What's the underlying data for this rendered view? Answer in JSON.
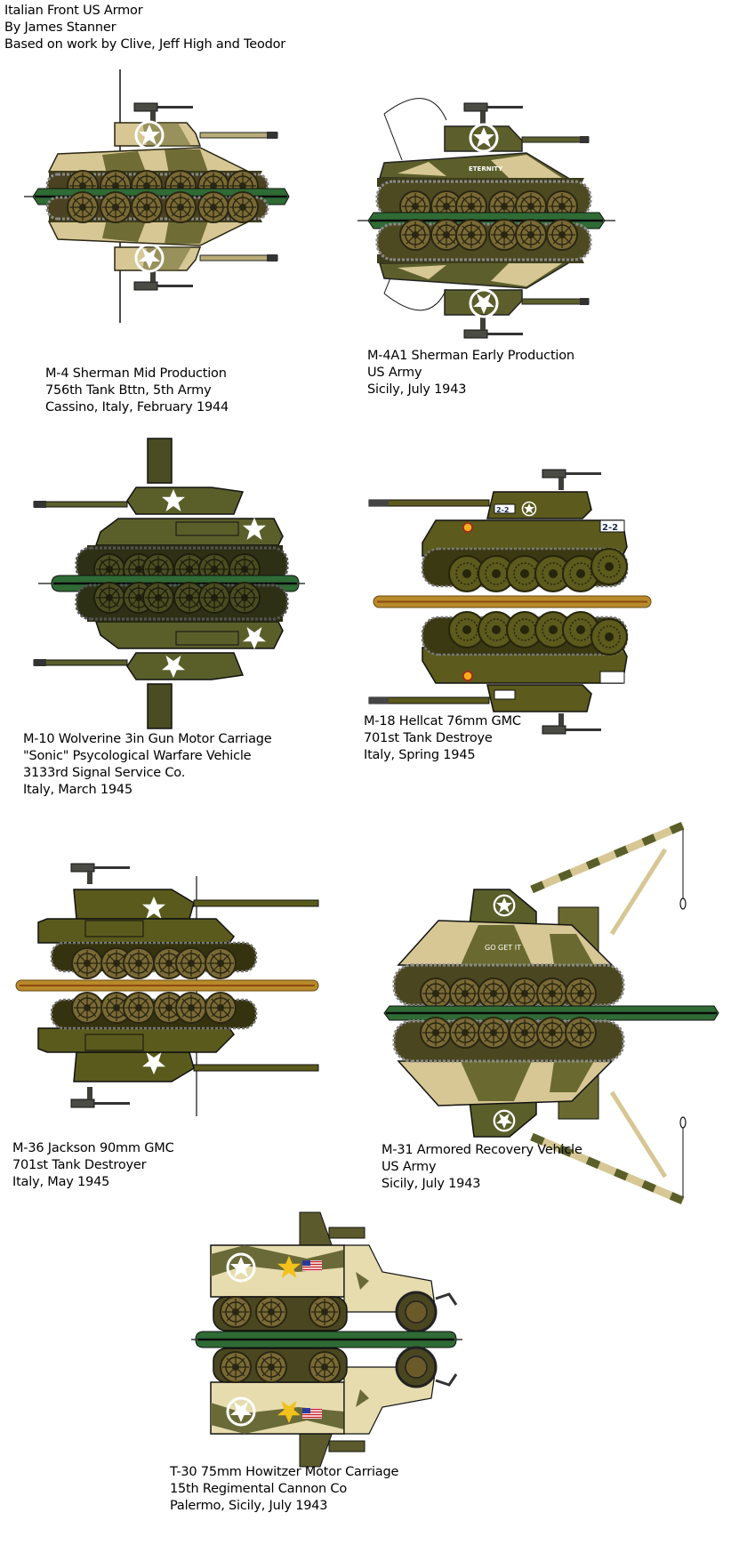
{
  "header": {
    "title": "Italian Front US Armor",
    "author": "By James Stanner",
    "credits": "Based on work by Clive, Jeff High and Teodor"
  },
  "colors": {
    "background": "#ffffff",
    "text": "#000000",
    "stand_green": "#2f6b35",
    "stand_gold": "#b88a2a",
    "olive_drab": "#5a5f2a",
    "dark_olive": "#3d3d1c",
    "sand": "#d6c794",
    "steel_grey": "#8a8a8a",
    "star_white": "#ffffff",
    "star_yellow": "#f2c11a"
  },
  "vehicles": [
    {
      "id": "m4-sherman",
      "name": "M-4 Sherman Mid Production",
      "unit": "756th Tank Bttn, 5th Army",
      "location": "Cassino, Italy, February 1944",
      "camo": "sand-olive",
      "stand": "green",
      "markings": [
        "white-star-in-circle"
      ]
    },
    {
      "id": "m4a1-sherman",
      "name": "M-4A1 Sherman Early Production",
      "unit": "US Army",
      "location": "Sicily, July 1943",
      "camo": "olive-sand",
      "stand": "green",
      "markings": [
        "white-star-in-circle",
        "ETERNITY"
      ]
    },
    {
      "id": "m10-wolverine",
      "name": "M-10 Wolverine 3in Gun Motor Carriage",
      "unit": "\"Sonic\" Psycological Warfare Vehicle",
      "unit2": "3133rd Signal Service Co.",
      "location": "Italy, March 1945",
      "camo": "olive-drab",
      "stand": "green",
      "markings": [
        "white-star"
      ]
    },
    {
      "id": "m18-hellcat",
      "name": "M-18 Hellcat 76mm GMC",
      "unit": "701st Tank Destroye",
      "location": "Italy, Spring 1945",
      "camo": "olive-weathered",
      "stand": "gold",
      "markings": [
        "2-2",
        "white-star-in-circle"
      ]
    },
    {
      "id": "m36-jackson",
      "name": "M-36 Jackson 90mm GMC",
      "unit": "701st Tank Destroyer",
      "location": "Italy, May 1945",
      "camo": "olive-drab",
      "stand": "gold",
      "markings": [
        "white-star"
      ]
    },
    {
      "id": "m31-arv",
      "name": "M-31 Armored Recovery Vehicle",
      "unit": "US Army",
      "location": "Sicily, July 1943",
      "camo": "sand-olive",
      "stand": "green",
      "markings": [
        "white-star-in-circle",
        "GO GET IT"
      ]
    },
    {
      "id": "t30-hmc",
      "name": "T-30 75mm Howitzer Motor Carriage",
      "unit": "15th Regimental Cannon Co",
      "location": "Palermo, Sicily, July 1943",
      "camo": "sand-olive",
      "stand": "green",
      "markings": [
        "white-star-in-circle",
        "yellow-star",
        "us-flag"
      ]
    }
  ],
  "labels": {
    "eternity": "ETERNITY",
    "go_get_it": "GO GET IT",
    "hellcat_number": "2-2"
  }
}
